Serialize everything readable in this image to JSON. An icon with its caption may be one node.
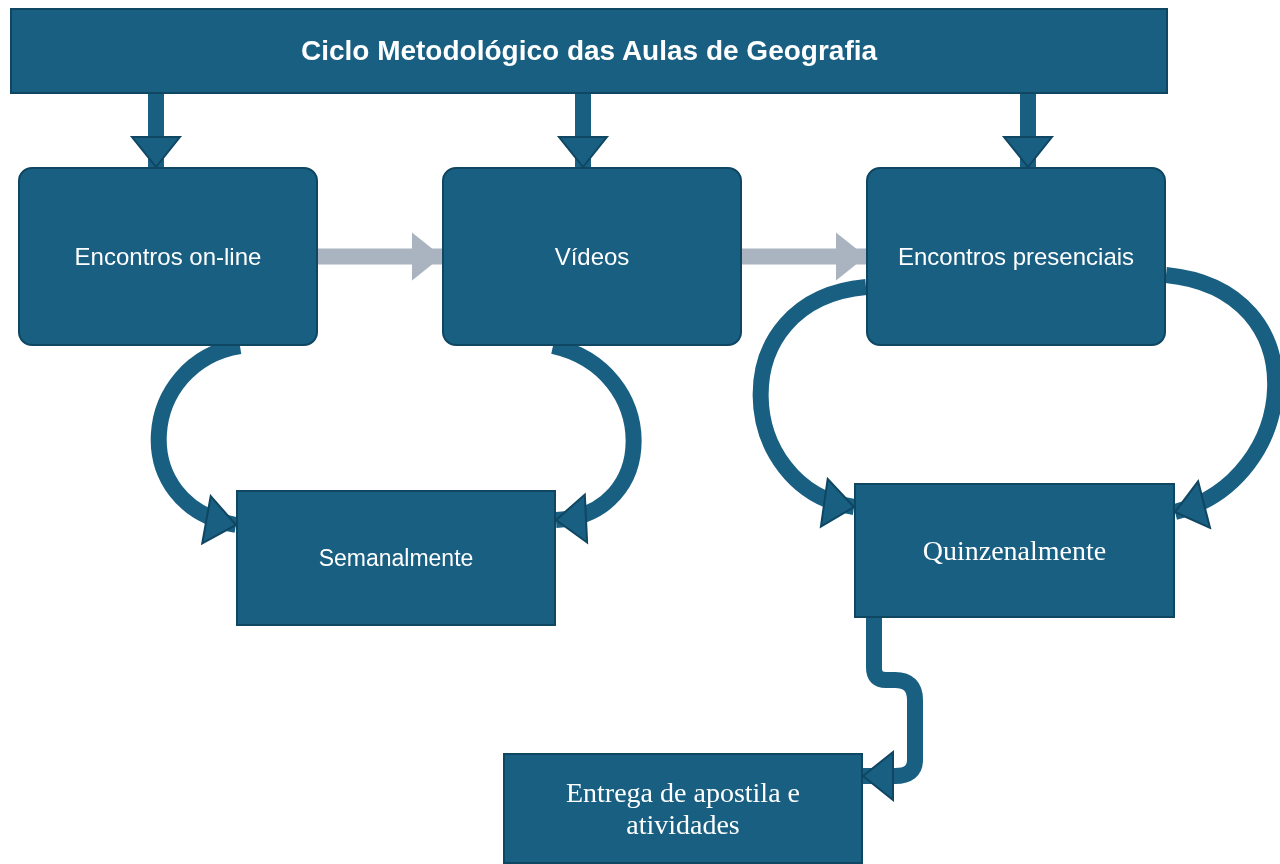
{
  "diagram": {
    "nodes": [
      {
        "text": [
          "Ciclo Metodológico das Aulas de Geografia"
        ]
      },
      {
        "text": [
          "Encontros on-line"
        ]
      },
      {
        "text": [
          "Vídeos"
        ]
      },
      {
        "text": [
          "Encontros presenciais"
        ]
      },
      {
        "text": [
          "Semanalmente"
        ]
      },
      {
        "text": [
          "Quinzenalmente"
        ]
      },
      {
        "text": [
          "Entrega de apostila e atividades"
        ]
      }
    ],
    "edges": [
      {
        "from": 0,
        "to": 1,
        "arrow": "to"
      },
      {
        "from": 0,
        "to": 2,
        "arrow": "to"
      },
      {
        "from": 0,
        "to": 3,
        "arrow": "to"
      },
      {
        "from": 1,
        "to": 2,
        "arrow": "to",
        "color": "#aab4c0"
      },
      {
        "from": 2,
        "to": 3,
        "arrow": "to",
        "color": "#aab4c0"
      },
      {
        "from": 1,
        "to": 4,
        "arrow": "to"
      },
      {
        "from": 2,
        "to": 4,
        "arrow": "to"
      },
      {
        "from": 3,
        "to": 5,
        "arrow": "to"
      },
      {
        "from": 3,
        "to": 5,
        "arrow": "to"
      },
      {
        "from": 5,
        "to": 6,
        "arrow": "to"
      }
    ]
  }
}
